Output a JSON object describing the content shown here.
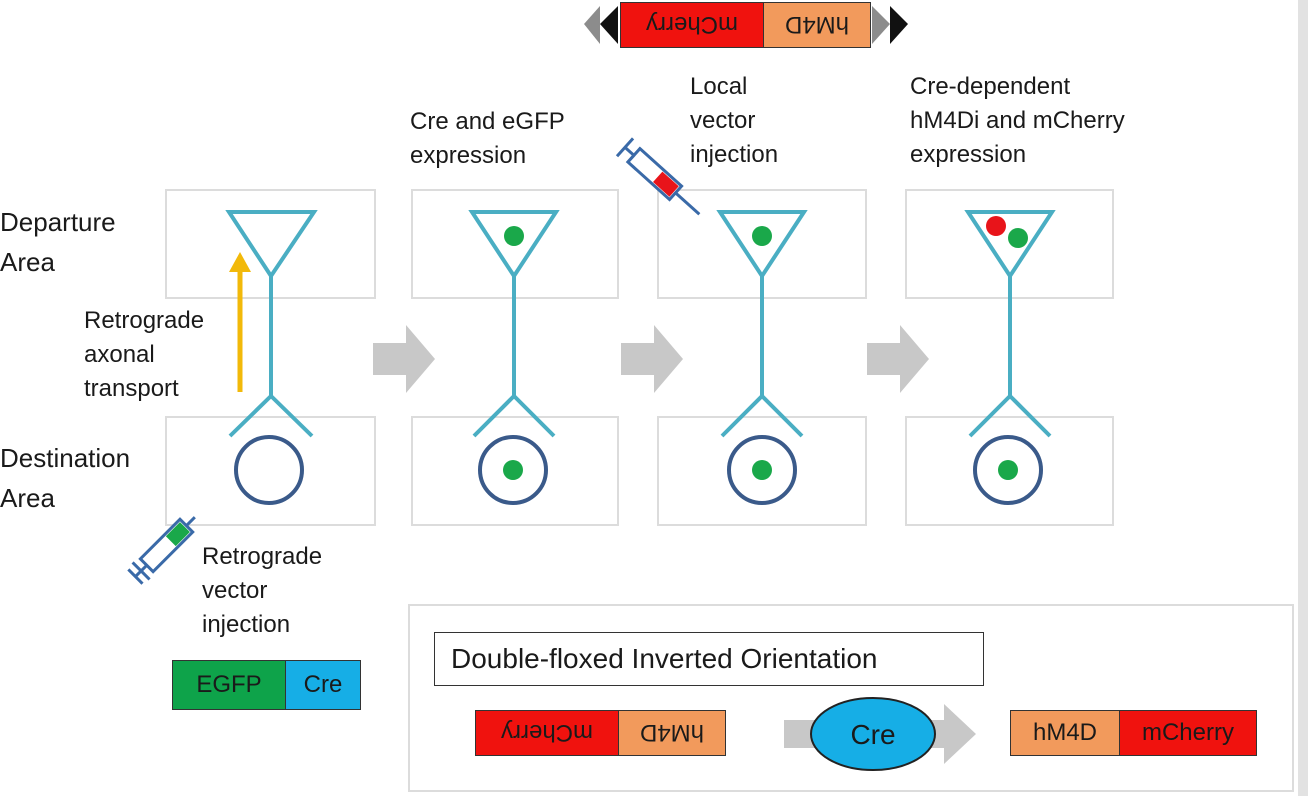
{
  "labels": {
    "departure": "Departure\nArea",
    "destination": "Destination\nArea",
    "retrograde_transport": "Retrograde\naxonal\ntransport",
    "cre_egfp": "Cre and eGFP\nexpression",
    "local_injection": "Local\nvector\ninjection",
    "cre_dependent": "Cre-dependent\nhM4Di and mCherry\nexpression",
    "retrograde_injection": "Retrograde\nvector\ninjection"
  },
  "constructs": {
    "top": {
      "left": "mCherry",
      "right": "hM4D"
    },
    "retro": {
      "left": "EGFP",
      "right": "Cre"
    },
    "dio_before": {
      "left": "mCherry",
      "right": "hM4D"
    },
    "dio_after": {
      "left": "hM4D",
      "right": "mCherry"
    }
  },
  "legend": {
    "title": "Double-floxed Inverted Orientation",
    "enzyme": "Cre"
  },
  "colors": {
    "neuron": "#4aaec3",
    "soma_ring": "#3a5a8a",
    "egfp_dot": "#1aa84a",
    "mcherry_dot": "#e8141a",
    "transport_arrow": "#f2b90a",
    "step_arrow": "#c8c8c8",
    "mcherry_seg": "#f0120e",
    "hm4d_seg": "#f29a5c",
    "egfp_seg": "#0ea34a",
    "cre_seg": "#16aee6",
    "cre_ellipse": "#16aee6",
    "box_border": "#dcdcdc"
  },
  "icons": {
    "syringe": "syringe-icon",
    "loxp": "loxp-triangle-icon",
    "step_arrow": "arrow-right-icon",
    "transport_arrow": "arrow-up-icon"
  }
}
